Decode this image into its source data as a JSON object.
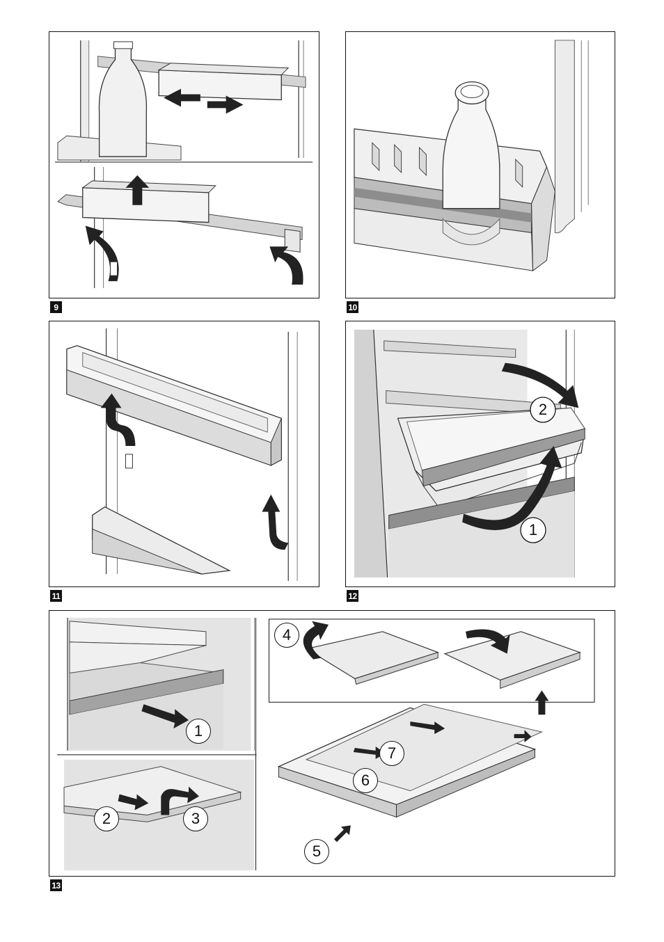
{
  "figures": [
    {
      "number": "9"
    },
    {
      "number": "10"
    },
    {
      "number": "11"
    },
    {
      "number": "12",
      "steps": [
        "1",
        "2"
      ]
    },
    {
      "number": "13",
      "steps": [
        "1",
        "2",
        "3",
        "4",
        "5",
        "6",
        "7"
      ]
    }
  ]
}
